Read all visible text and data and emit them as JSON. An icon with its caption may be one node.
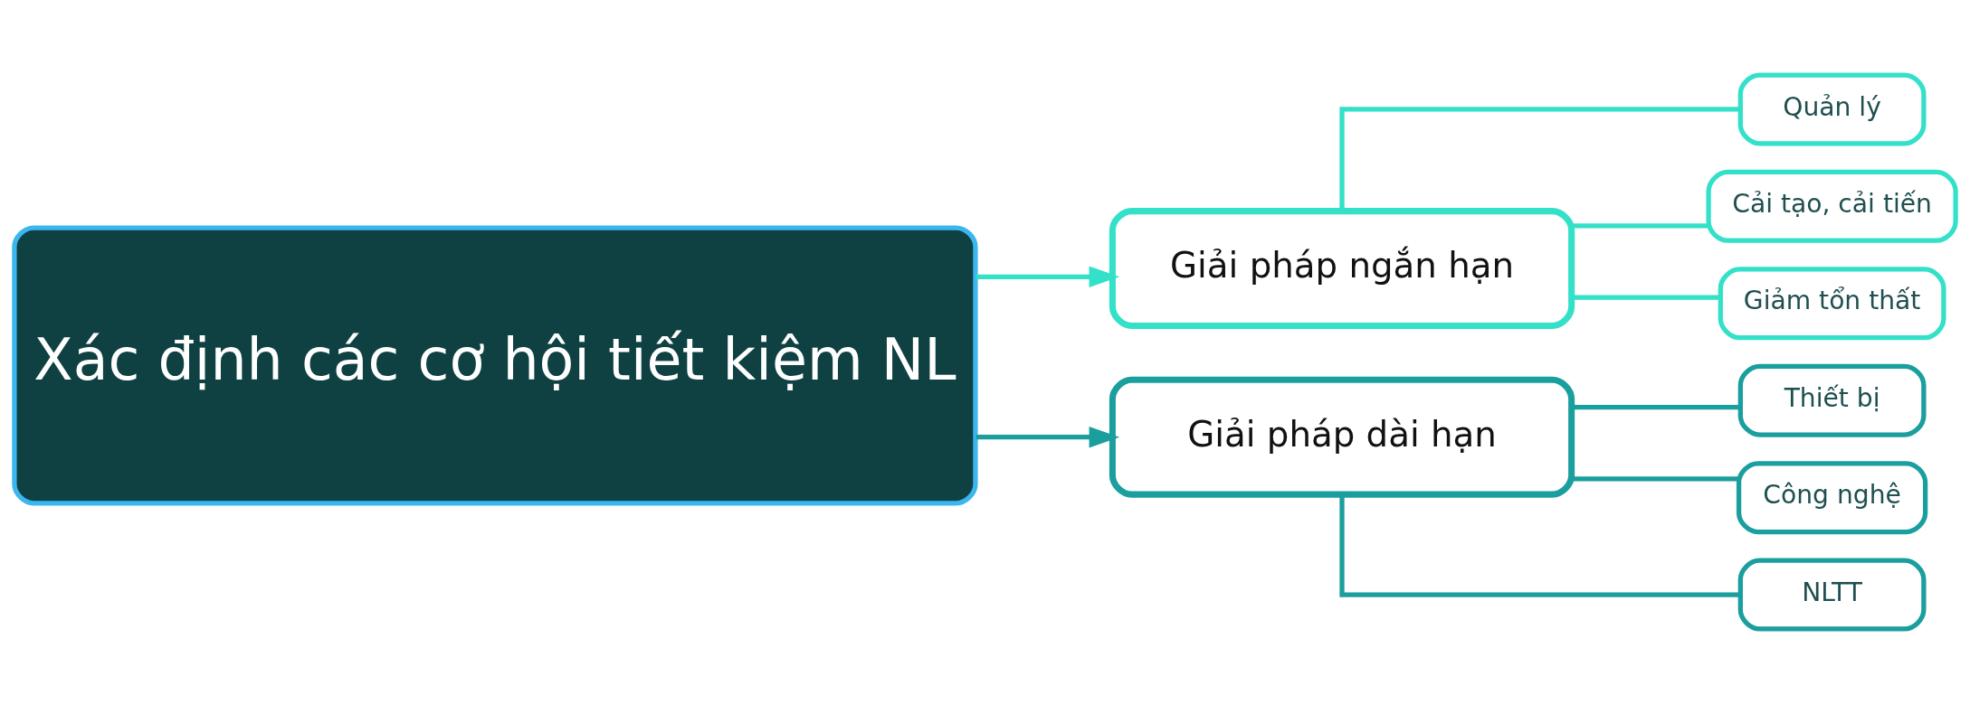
{
  "diagram": {
    "nodes": [
      {
        "text": [
          "Xác định các cơ hội tiết kiệm NL"
        ]
      },
      {
        "text": [
          "Giải pháp ngắn hạn"
        ]
      },
      {
        "text": [
          "Quản lý"
        ]
      },
      {
        "text": [
          "Cải tạo, cải tiến"
        ]
      },
      {
        "text": [
          "Giảm tổn thất"
        ]
      },
      {
        "text": [
          "Giải pháp dài hạn"
        ]
      },
      {
        "text": [
          "Thiết bị"
        ]
      },
      {
        "text": [
          "Công nghệ"
        ]
      },
      {
        "text": [
          "NLTT"
        ]
      }
    ],
    "edges": [
      {
        "from": 0,
        "to": 1,
        "arrow": "to",
        "color": "#33e0c8"
      },
      {
        "from": 1,
        "to": 2,
        "arrow": "none",
        "color": "#33e0c8"
      },
      {
        "from": 1,
        "to": 3,
        "arrow": "none",
        "color": "#33e0c8"
      },
      {
        "from": 1,
        "to": 4,
        "arrow": "none",
        "color": "#33e0c8"
      },
      {
        "from": 0,
        "to": 5,
        "arrow": "to",
        "color": "#1a9e9e"
      },
      {
        "from": 5,
        "to": 6,
        "arrow": "none",
        "color": "#1a9e9e"
      },
      {
        "from": 5,
        "to": 7,
        "arrow": "none",
        "color": "#1a9e9e"
      },
      {
        "from": 5,
        "to": 8,
        "arrow": "none",
        "color": "#1a9e9e"
      }
    ]
  }
}
